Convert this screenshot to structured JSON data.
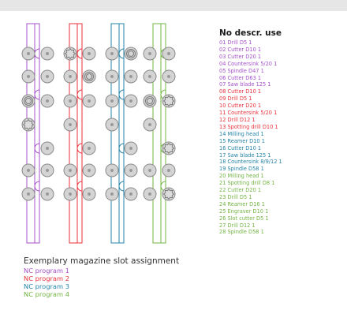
{
  "colors": {
    "purple": "#a450c8",
    "red": "#e8323c",
    "blue": "#2383a8",
    "green": "#72b443",
    "slot_fill": "#d4d4d4",
    "slot_stroke": "#8a8a8a"
  },
  "tools": {
    "header": "No descr. use",
    "items": [
      {
        "text": "01 Drill D5 1",
        "color": "#a450c8"
      },
      {
        "text": "02 Cutter D10 1",
        "color": "#a450c8"
      },
      {
        "text": "03 Cutter D20 1",
        "color": "#a450c8"
      },
      {
        "text": "04 Countersink 5/20 1",
        "color": "#a450c8"
      },
      {
        "text": "05 Spindle D47 1",
        "color": "#a450c8"
      },
      {
        "text": "06 Cutter D63 1",
        "color": "#a450c8"
      },
      {
        "text": "07 Saw blade 125 1",
        "color": "#a450c8"
      },
      {
        "text": "08 Cutter D10 1",
        "color": "#e8323c"
      },
      {
        "text": "09 Drill D5 1",
        "color": "#e8323c"
      },
      {
        "text": "10 Cutter D20 1",
        "color": "#e8323c"
      },
      {
        "text": "11 Countersink 5/20 1",
        "color": "#e8323c"
      },
      {
        "text": "12 Drill D12 1",
        "color": "#e8323c"
      },
      {
        "text": "13 Spotting drill D10 1",
        "color": "#e8323c"
      },
      {
        "text": "14 Milling head 1",
        "color": "#2383a8"
      },
      {
        "text": "15 Reamer D10 1",
        "color": "#2383a8"
      },
      {
        "text": "16 Cutter D10 1",
        "color": "#2383a8"
      },
      {
        "text": "17 Saw blade 125 1",
        "color": "#2383a8"
      },
      {
        "text": "18 Countersink 8/9/12 1",
        "color": "#2383a8"
      },
      {
        "text": "19 Spindle D58 1",
        "color": "#2383a8"
      },
      {
        "text": "20 Milling head 1",
        "color": "#72b443"
      },
      {
        "text": "21 Spotting drill D8 1",
        "color": "#72b443"
      },
      {
        "text": "22 Cutter D20 1",
        "color": "#72b443"
      },
      {
        "text": "23 Drill D5 1",
        "color": "#72b443"
      },
      {
        "text": "24 Reamer D16 1",
        "color": "#72b443"
      },
      {
        "text": "25 Engraver D10 1",
        "color": "#72b443"
      },
      {
        "text": "26 Slot cutter D5 1",
        "color": "#72b443"
      },
      {
        "text": "27 Drill D12 1",
        "color": "#72b443"
      },
      {
        "text": "28 Spindle D58 1",
        "color": "#72b443"
      }
    ]
  },
  "legend": {
    "title": "Exemplary magazine slot assignment",
    "items": [
      {
        "label": "NC program 1",
        "color": "#a450c8"
      },
      {
        "label": "NC program 2",
        "color": "#e8323c"
      },
      {
        "label": "NC program 3",
        "color": "#2383a8"
      },
      {
        "label": "NC program 4",
        "color": "#72b443"
      }
    ]
  }
}
